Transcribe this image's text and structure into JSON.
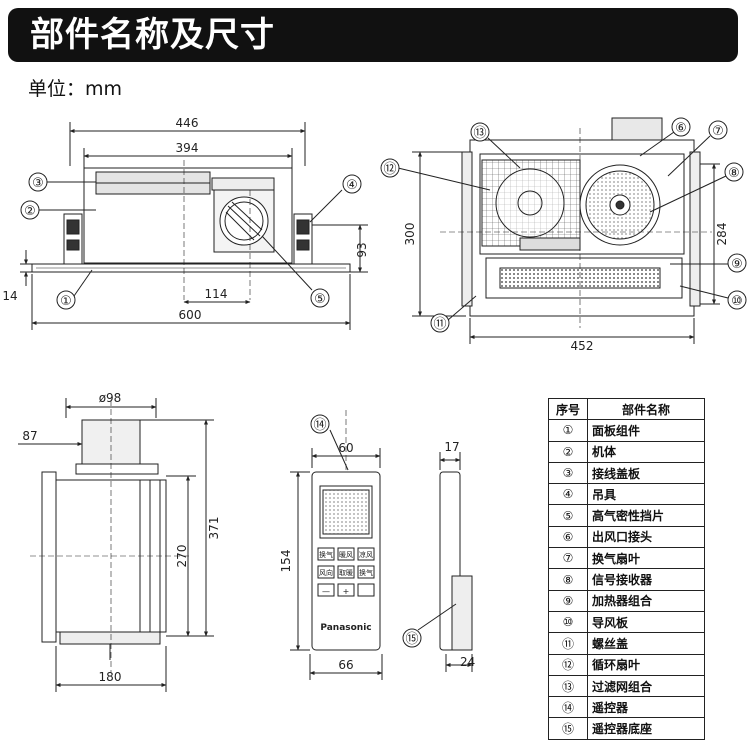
{
  "title": "部件名称及尺寸",
  "unit": "单位：mm",
  "front_view": {
    "dim_446": "446",
    "dim_394": "394",
    "dim_93": "93",
    "dim_14": "14",
    "dim_114": "114",
    "dim_600": "600",
    "callouts": [
      "①",
      "②",
      "③",
      "④",
      "⑤"
    ]
  },
  "top_view": {
    "dim_300": "300",
    "dim_284": "284",
    "dim_452": "452",
    "callouts": [
      "⑥",
      "⑦",
      "⑧",
      "⑨",
      "⑩",
      "⑪",
      "⑫",
      "⑬"
    ]
  },
  "side_view": {
    "dim_98": "ø98",
    "dim_87": "87",
    "dim_371": "371",
    "dim_270": "270",
    "dim_180": "180"
  },
  "remote_front": {
    "callout": "⑭",
    "dim_60": "60",
    "dim_154": "154",
    "dim_66": "66",
    "brand": "Panasonic",
    "buttons": [
      "换气",
      "暖风",
      "凉风",
      "风向",
      "取暖",
      "换气",
      "—",
      "+"
    ]
  },
  "remote_side": {
    "callout": "⑮",
    "dim_17": "17",
    "dim_24": "24"
  },
  "table": {
    "header_num": "序号",
    "header_name": "部件名称",
    "rows": [
      {
        "num": "①",
        "name": "面板组件"
      },
      {
        "num": "②",
        "name": "机体"
      },
      {
        "num": "③",
        "name": "接线盖板"
      },
      {
        "num": "④",
        "name": "吊具"
      },
      {
        "num": "⑤",
        "name": "高气密性挡片"
      },
      {
        "num": "⑥",
        "name": "出风口接头"
      },
      {
        "num": "⑦",
        "name": "换气扇叶"
      },
      {
        "num": "⑧",
        "name": "信号接收器"
      },
      {
        "num": "⑨",
        "name": "加热器组合"
      },
      {
        "num": "⑩",
        "name": "导风板"
      },
      {
        "num": "⑪",
        "name": "螺丝盖"
      },
      {
        "num": "⑫",
        "name": "循环扇叶"
      },
      {
        "num": "⑬",
        "name": "过滤网组合"
      },
      {
        "num": "⑭",
        "name": "遥控器"
      },
      {
        "num": "⑮",
        "name": "遥控器底座"
      }
    ]
  }
}
